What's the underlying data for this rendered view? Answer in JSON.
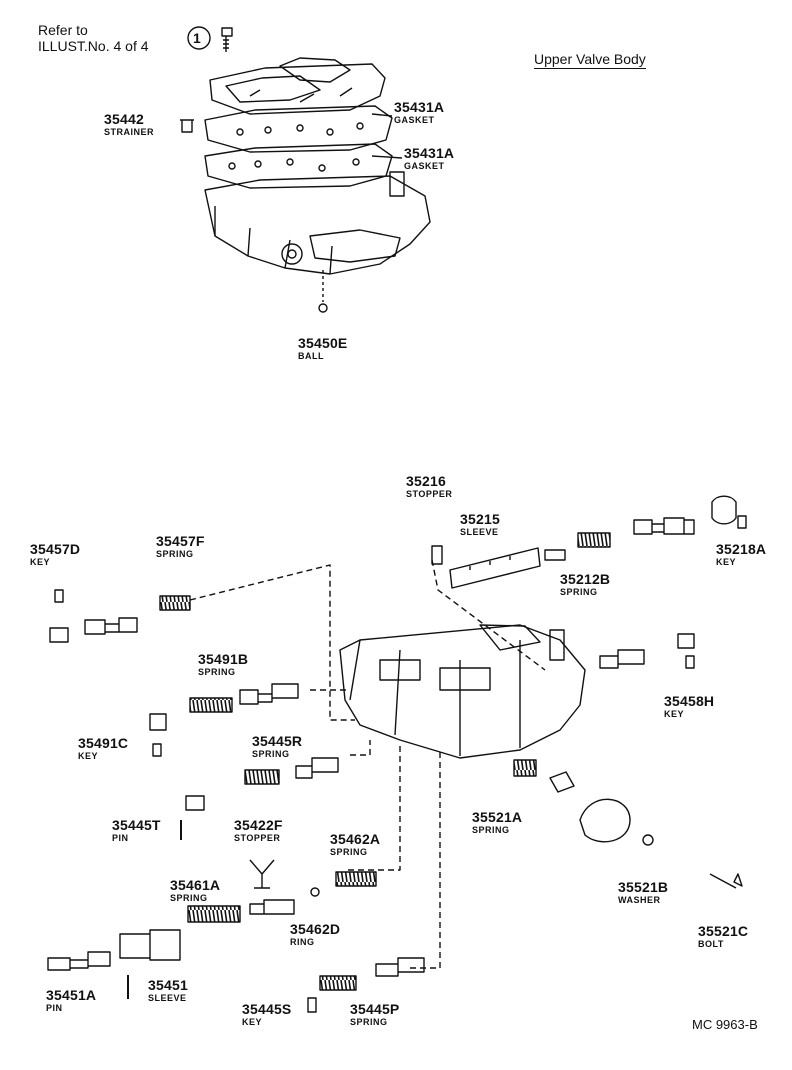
{
  "header": {
    "refer_line1": "Refer to",
    "refer_line2": "ILLUST.No. 4 of 4",
    "ref_marker": "1",
    "title": "Upper Valve Body"
  },
  "parts": {
    "p35442": {
      "number": "35442",
      "name": "STRAINER"
    },
    "p35431A_1": {
      "number": "35431A",
      "name": "GASKET"
    },
    "p35431A_2": {
      "number": "35431A",
      "name": "GASKET"
    },
    "p35450E": {
      "number": "35450E",
      "name": "BALL"
    },
    "p35216": {
      "number": "35216",
      "name": "STOPPER"
    },
    "p35215": {
      "number": "35215",
      "name": "SLEEVE"
    },
    "p35212B": {
      "number": "35212B",
      "name": "SPRING"
    },
    "p35218A": {
      "number": "35218A",
      "name": "KEY"
    },
    "p35457D": {
      "number": "35457D",
      "name": "KEY"
    },
    "p35457F": {
      "number": "35457F",
      "name": "SPRING"
    },
    "p35491B": {
      "number": "35491B",
      "name": "SPRING"
    },
    "p35491C": {
      "number": "35491C",
      "name": "KEY"
    },
    "p35458H": {
      "number": "35458H",
      "name": "KEY"
    },
    "p35445R": {
      "number": "35445R",
      "name": "SPRING"
    },
    "p35521A": {
      "number": "35521A",
      "name": "SPRING"
    },
    "p35445T": {
      "number": "35445T",
      "name": "PIN"
    },
    "p35422F": {
      "number": "35422F",
      "name": "STOPPER"
    },
    "p35462A": {
      "number": "35462A",
      "name": "SPRING"
    },
    "p35521B": {
      "number": "35521B",
      "name": "WASHER"
    },
    "p35461A": {
      "number": "35461A",
      "name": "SPRING"
    },
    "p35462D": {
      "number": "35462D",
      "name": "RING"
    },
    "p35521C": {
      "number": "35521C",
      "name": "BOLT"
    },
    "p35451A": {
      "number": "35451A",
      "name": "PIN"
    },
    "p35451": {
      "number": "35451",
      "name": "SLEEVE"
    },
    "p35445S": {
      "number": "35445S",
      "name": "KEY"
    },
    "p35445P": {
      "number": "35445P",
      "name": "SPRING"
    }
  },
  "footer": {
    "code": "MC 9963-B"
  }
}
